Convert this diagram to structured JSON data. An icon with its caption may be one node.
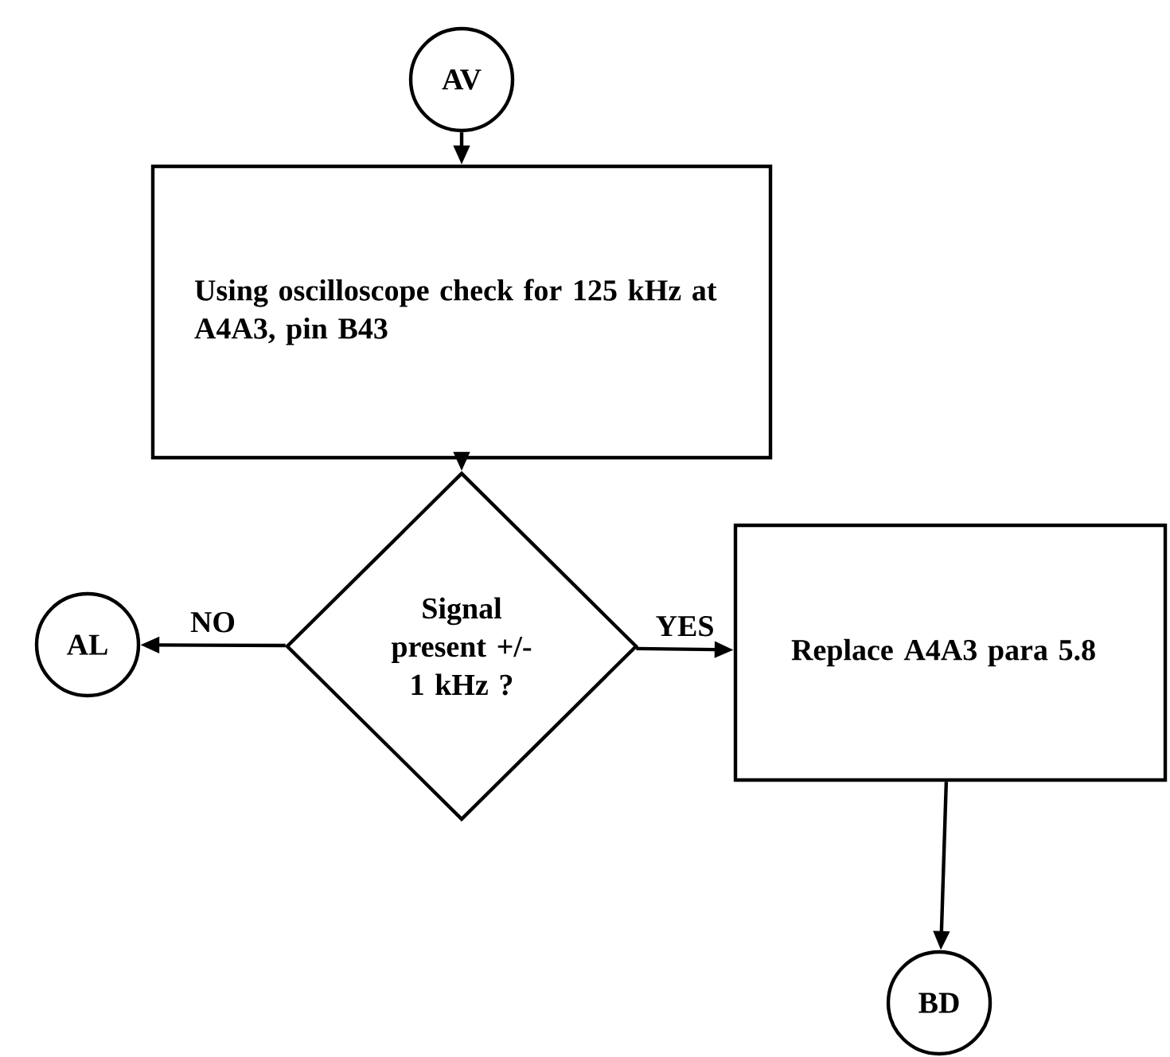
{
  "diagram": {
    "nodes": [
      {
        "text": [
          "AV"
        ]
      },
      {
        "text": [
          "Using oscilloscope check for 125 kHz at A4A3, pin B43"
        ]
      },
      {
        "text": [
          "Signal present +/- 1 kHz ?"
        ]
      },
      {
        "text": [
          "AL"
        ]
      },
      {
        "text": [
          "Replace A4A3 para 5.8"
        ]
      },
      {
        "text": [
          "BD"
        ]
      }
    ],
    "edges": [
      {
        "from": 0,
        "to": 1,
        "arrow": "to"
      },
      {
        "from": 1,
        "to": 2,
        "arrow": "to"
      },
      {
        "from": 2,
        "to": 3,
        "arrow": "to",
        "label": "NO"
      },
      {
        "from": 2,
        "to": 4,
        "arrow": "to",
        "label": "YES"
      },
      {
        "from": 4,
        "to": 5,
        "arrow": "to"
      }
    ]
  }
}
